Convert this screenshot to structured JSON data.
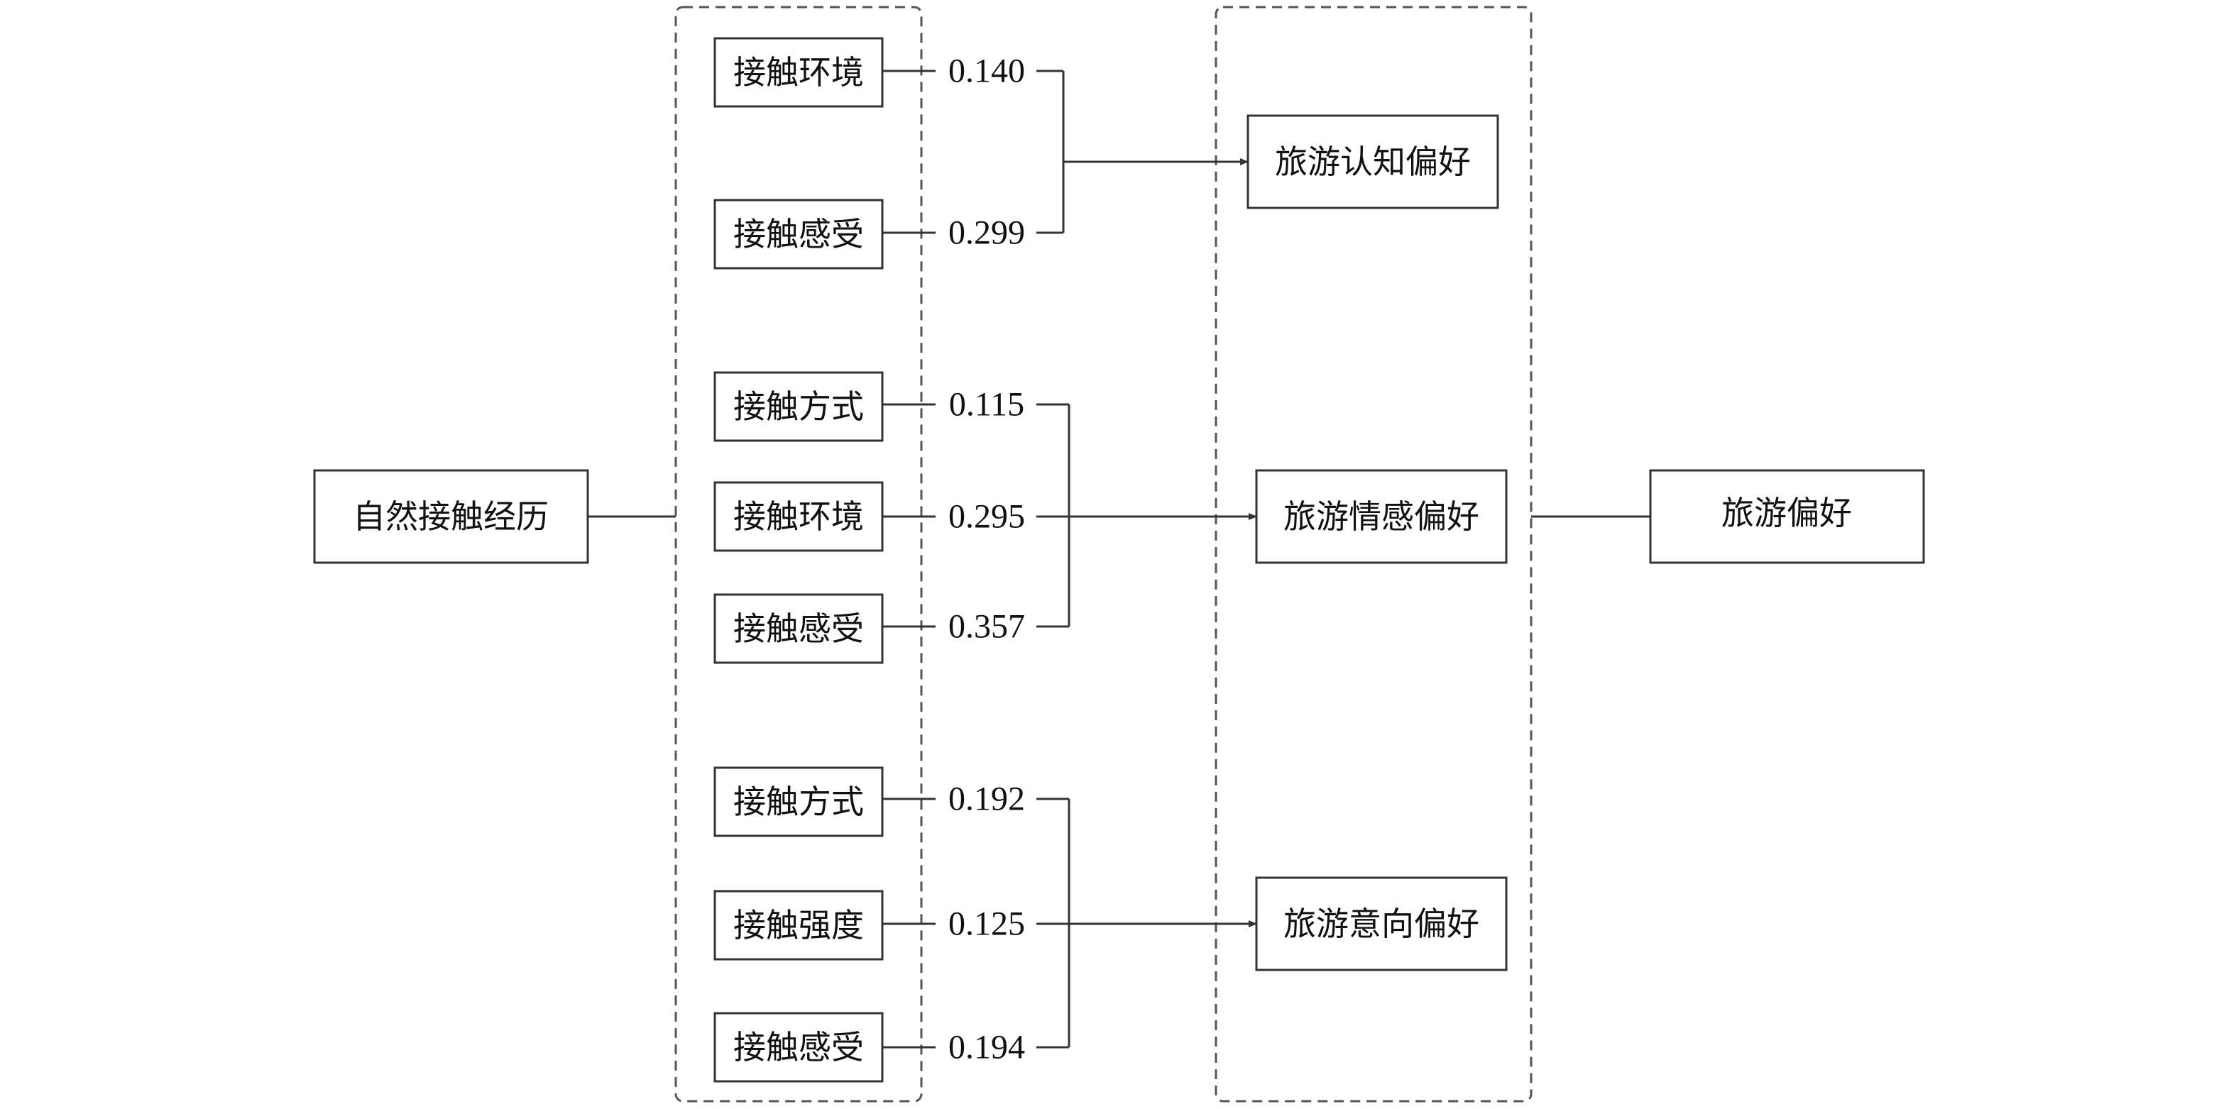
{
  "source": {
    "label": "自然接触经历"
  },
  "factor_groups": [
    {
      "factors": [
        {
          "label": "接触环境",
          "coef": "0.140"
        },
        {
          "label": "接触感受",
          "coef": "0.299"
        }
      ],
      "target": "旅游认知偏好"
    },
    {
      "factors": [
        {
          "label": "接触方式",
          "coef": "0.115"
        },
        {
          "label": "接触环境",
          "coef": "0.295"
        },
        {
          "label": "接触感受",
          "coef": "0.357"
        }
      ],
      "target": "旅游情感偏好"
    },
    {
      "factors": [
        {
          "label": "接触方式",
          "coef": "0.192"
        },
        {
          "label": "接触强度",
          "coef": "0.125"
        },
        {
          "label": "接触感受",
          "coef": "0.194"
        }
      ],
      "target": "旅游意向偏好"
    }
  ],
  "outcome": {
    "label": "旅游偏好"
  }
}
